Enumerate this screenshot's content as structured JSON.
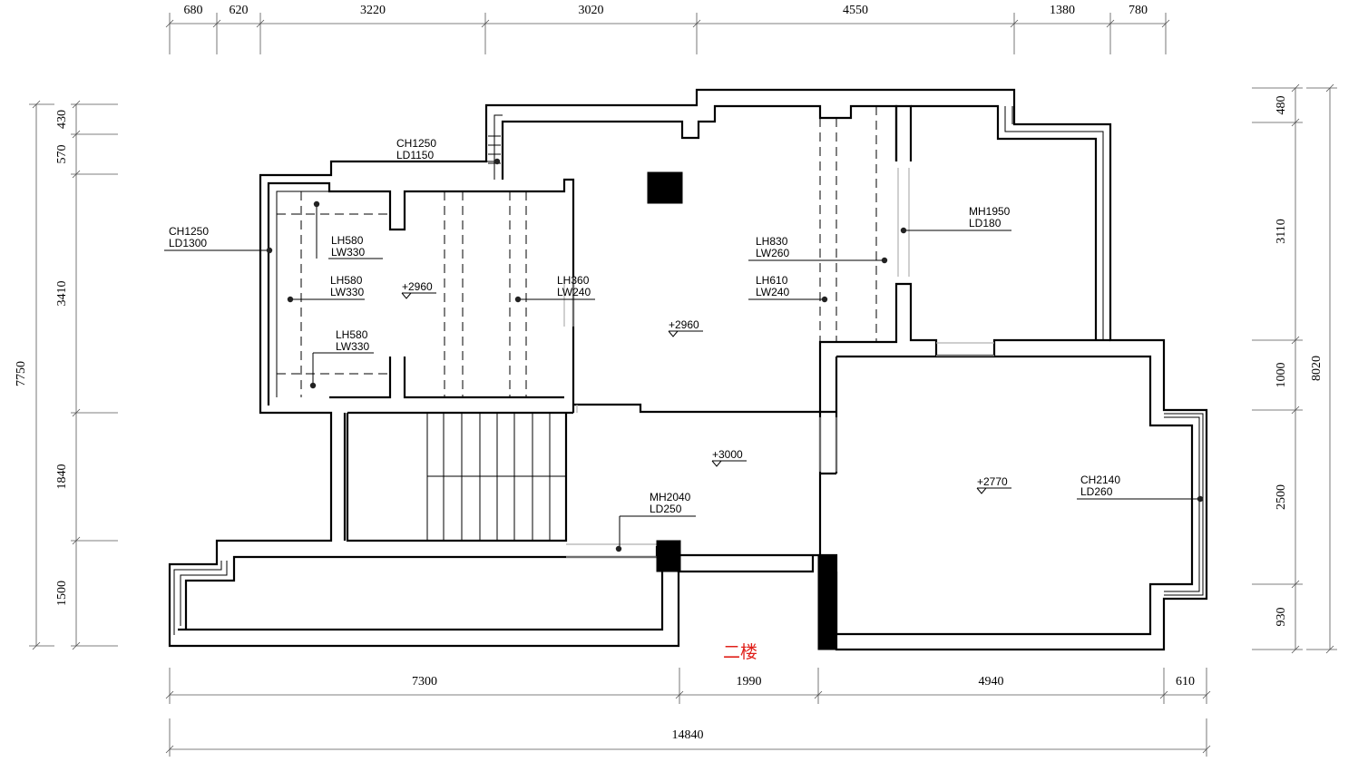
{
  "plan": {
    "floor_title": "二楼",
    "top_dims": [
      "680",
      "620",
      "3220",
      "3020",
      "4550",
      "1380",
      "780"
    ],
    "bottom_dims": [
      "7300",
      "1990",
      "4940",
      "610"
    ],
    "bottom_total": "14840",
    "left_dims": [
      "430",
      "570",
      "3410",
      "1840",
      "1500"
    ],
    "left_total": "7750",
    "right_dims": [
      "480",
      "3110",
      "1000",
      "2500",
      "930"
    ],
    "right_total": "8020",
    "callouts": [
      {
        "line1": "CH1250",
        "line2": "LD1150"
      },
      {
        "line1": "CH1250",
        "line2": "LD1300"
      },
      {
        "line1": "LH580",
        "line2": "LW330"
      },
      {
        "line1": "LH580",
        "line2": "LW330"
      },
      {
        "line1": "LH580",
        "line2": "LW330"
      },
      {
        "line1": "LH360",
        "line2": "LW240"
      },
      {
        "line1": "LH830",
        "line2": "LW260"
      },
      {
        "line1": "LH610",
        "line2": "LW240"
      },
      {
        "line1": "MH1950",
        "line2": "LD180"
      },
      {
        "line1": "MH2040",
        "line2": "LD250"
      },
      {
        "line1": "CH2140",
        "line2": "LD260"
      }
    ],
    "levels": [
      "+2960",
      "+2960",
      "+3000",
      "+2770"
    ]
  }
}
